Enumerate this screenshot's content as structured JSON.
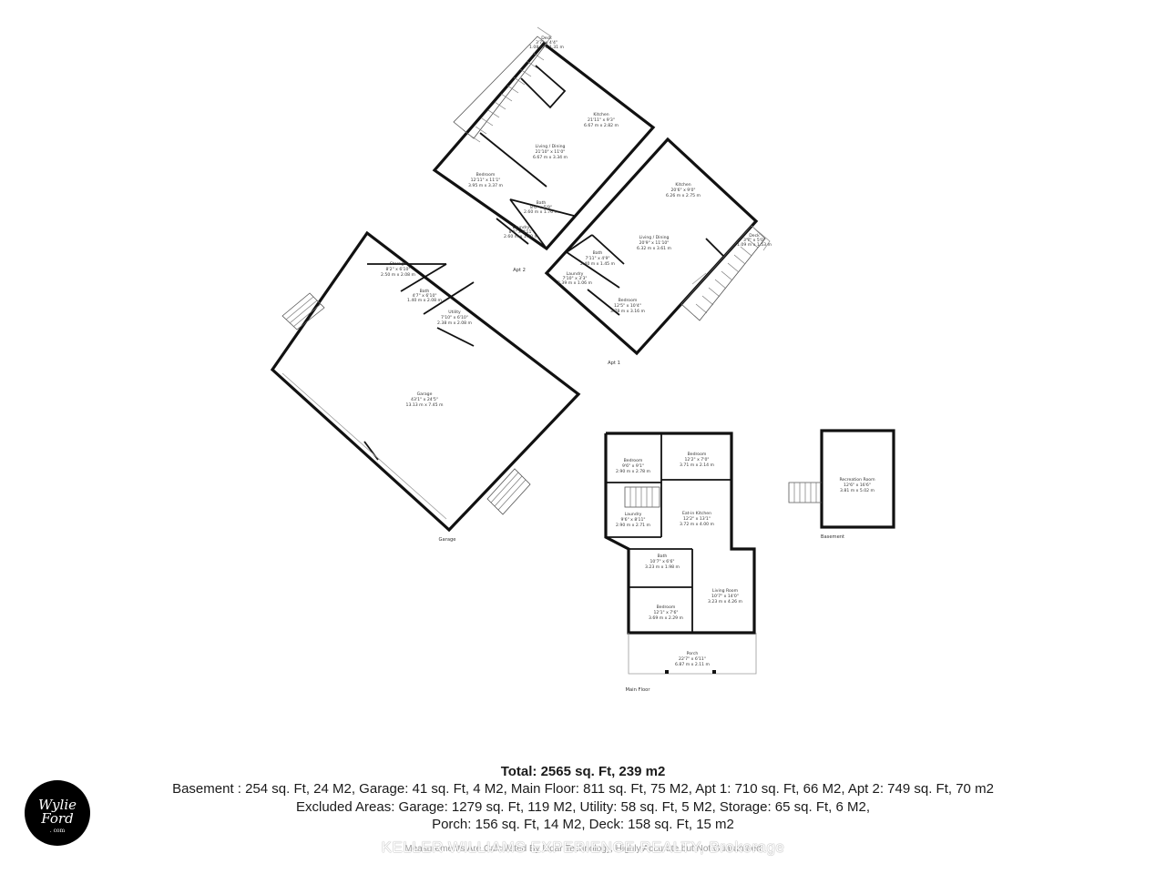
{
  "apt2": {
    "label": "Apt 2",
    "deck": {
      "name": "Deck",
      "dim_ft": "3'7\" x 4'4\"",
      "dim_m": "1.08 m x 1.31 m"
    },
    "kitchen": {
      "name": "Kitchen",
      "dim_ft": "21'11\" x 9'3\"",
      "dim_m": "6.67 m x 2.82 m"
    },
    "living": {
      "name": "Living / Dining",
      "dim_ft": "21'10\" x 11'0\"",
      "dim_m": "6.67 m x 3.34 m"
    },
    "bedroom": {
      "name": "Bedroom",
      "dim_ft": "12'11\" x 11'1\"",
      "dim_m": "3.95 m x 3.37 m"
    },
    "bath": {
      "name": "Bath",
      "dim_ft": "8'6\" x 5'9\"",
      "dim_m": "2.60 m x 1.76 m"
    },
    "laundry": {
      "name": "Laundry",
      "dim_ft": "8'6\" x 4'11\"",
      "dim_m": "2.60 m x 1.50 m"
    }
  },
  "apt1": {
    "label": "Apt 1",
    "kitchen": {
      "name": "Kitchen",
      "dim_ft": "20'6\" x 9'0\"",
      "dim_m": "6.26 m x 2.75 m"
    },
    "living": {
      "name": "Living / Dining",
      "dim_ft": "20'9\" x 11'10\"",
      "dim_m": "6.32 m x 3.61 m"
    },
    "bath": {
      "name": "Bath",
      "dim_ft": "7'11\" x 4'9\"",
      "dim_m": "2.40 m x 1.45 m"
    },
    "laundry": {
      "name": "Laundry",
      "dim_ft": "7'10\" x 3'3\"",
      "dim_m": "2.39 m x 1.06 m"
    },
    "bedroom": {
      "name": "Bedroom",
      "dim_ft": "12'5\" x 10'4\"",
      "dim_m": "3.78 m x 3.16 m"
    },
    "deck": {
      "name": "Deck",
      "dim_ft": "3'7\" x 5'0\"",
      "dim_m": "1.09 m x 1.53 m"
    }
  },
  "garage_plan": {
    "label": "Garage",
    "storage": {
      "name": "Storage",
      "dim_ft": "8'2\" x 6'10\"",
      "dim_m": "2.50 m x 2.08 m"
    },
    "bath": {
      "name": "Bath",
      "dim_ft": "4'7\" x 6'10\"",
      "dim_m": "1.40 m x 2.08 m"
    },
    "utility": {
      "name": "Utility",
      "dim_ft": "7'10\" x 6'10\"",
      "dim_m": "2.38 m x 2.08 m"
    },
    "garage": {
      "name": "Garage",
      "dim_ft": "43'1\" x 24'5\"",
      "dim_m": "13.13 m x 7.45 m"
    }
  },
  "main_floor": {
    "label": "Main Floor",
    "bedroom1": {
      "name": "Bedroom",
      "dim_ft": "9'6\" x 9'1\"",
      "dim_m": "2.90 m x 2.78 m"
    },
    "bedroom2": {
      "name": "Bedroom",
      "dim_ft": "12'2\" x 7'0\"",
      "dim_m": "3.71 m x 2.14 m"
    },
    "laundry": {
      "name": "Laundry",
      "dim_ft": "9'6\" x 8'11\"",
      "dim_m": "2.90 m x 2.71 m"
    },
    "kitchen": {
      "name": "Eat-in Kitchen",
      "dim_ft": "12'2\" x 13'1\"",
      "dim_m": "3.72 m x 4.00 m"
    },
    "bath": {
      "name": "Bath",
      "dim_ft": "10'7\" x 6'6\"",
      "dim_m": "3.23 m x 1.98 m"
    },
    "living": {
      "name": "Living Room",
      "dim_ft": "10'7\" x 14'0\"",
      "dim_m": "3.23 m x 4.26 m"
    },
    "bedroom3": {
      "name": "Bedroom",
      "dim_ft": "12'1\" x 7'6\"",
      "dim_m": "3.69 m x 2.29 m"
    },
    "porch": {
      "name": "Porch",
      "dim_ft": "22'7\" x 6'11\"",
      "dim_m": "6.87 m x 2.11 m"
    }
  },
  "basement": {
    "label": "Basement",
    "rec": {
      "name": "Recreation Room",
      "dim_ft": "12'6\" x 16'6\"",
      "dim_m": "3.81 m x 5.02 m"
    }
  },
  "summary": {
    "total": "Total: 2565 sq. Ft, 239 m2",
    "line1": "Basement : 254 sq. Ft, 24 M2, Garage: 41 sq. Ft, 4 M2, Main Floor: 811 sq. Ft, 75 M2, Apt 1: 710 sq. Ft, 66 M2, Apt 2: 749 sq. Ft, 70 m2",
    "line2": "Excluded Areas: Garage: 1279 sq. Ft, 119 M2, Utility: 58 sq. Ft, 5 M2, Storage: 65 sq. Ft, 6 M2,",
    "line3": "Porch: 156 sq. Ft, 14 M2, Deck: 158 sq. Ft, 15 m2"
  },
  "note": "Measurements Are Calculated By Lidar Technology, Highly Accurate but Not Guaranteed",
  "brokerage": "KELLER WILLIAMS EXPERIENCE REALTY, Brokerage",
  "logo": {
    "line1": "Wylie",
    "line2": "Ford",
    "line3": ". com"
  }
}
